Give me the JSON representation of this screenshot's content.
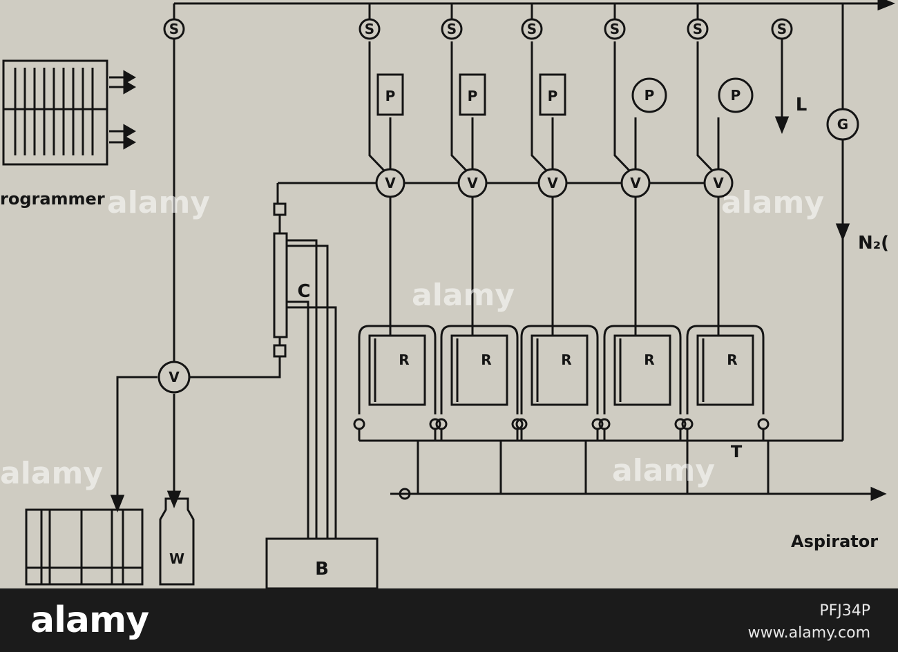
{
  "labels": {
    "sampler": "S",
    "pump": "P",
    "valve": "V",
    "reactor": "R",
    "gauge": "G",
    "column": "C",
    "bath": "B",
    "waste": "W",
    "line_l": "L",
    "thermo": "T",
    "programmer": "rogrammer",
    "n2": "N₂(",
    "aspirator": "Aspirator"
  },
  "watermark": {
    "text": "alamy"
  },
  "footer": {
    "logo": "alamy",
    "image_id": "PFJ34P",
    "url": "www.alamy.com"
  }
}
